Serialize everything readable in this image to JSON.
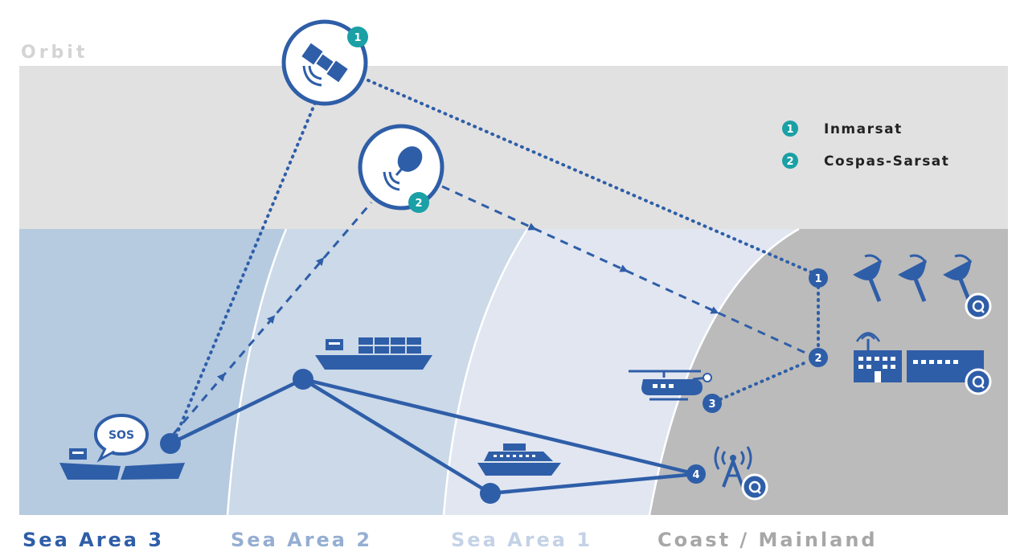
{
  "orbit_label": "Orbit",
  "legend": [
    {
      "number": "1",
      "label": "Inmarsat"
    },
    {
      "number": "2",
      "label": "Cospas-Sarsat"
    }
  ],
  "areas": [
    {
      "label": "Sea Area 3"
    },
    {
      "label": "Sea Area 2"
    },
    {
      "label": "Sea Area 1"
    },
    {
      "label": "Coast / Mainland"
    }
  ],
  "nodes": {
    "inmarsat_satellite": "1",
    "cospas_satellite": "2",
    "ground_inmarsat": "1",
    "ground_cospas": "2",
    "helicopter_link": "3",
    "coast_radio": "4"
  },
  "sos_text": "SOS",
  "colors": {
    "primary_blue": "#2f5ea8",
    "teal": "#1aa0a5",
    "orbit_band": "#e1e1e1",
    "sea_area_3": "#b6cae0",
    "sea_area_2": "#cbd9e8",
    "sea_area_1": "#e1e6f1",
    "mainland": "#bbbbbb"
  }
}
